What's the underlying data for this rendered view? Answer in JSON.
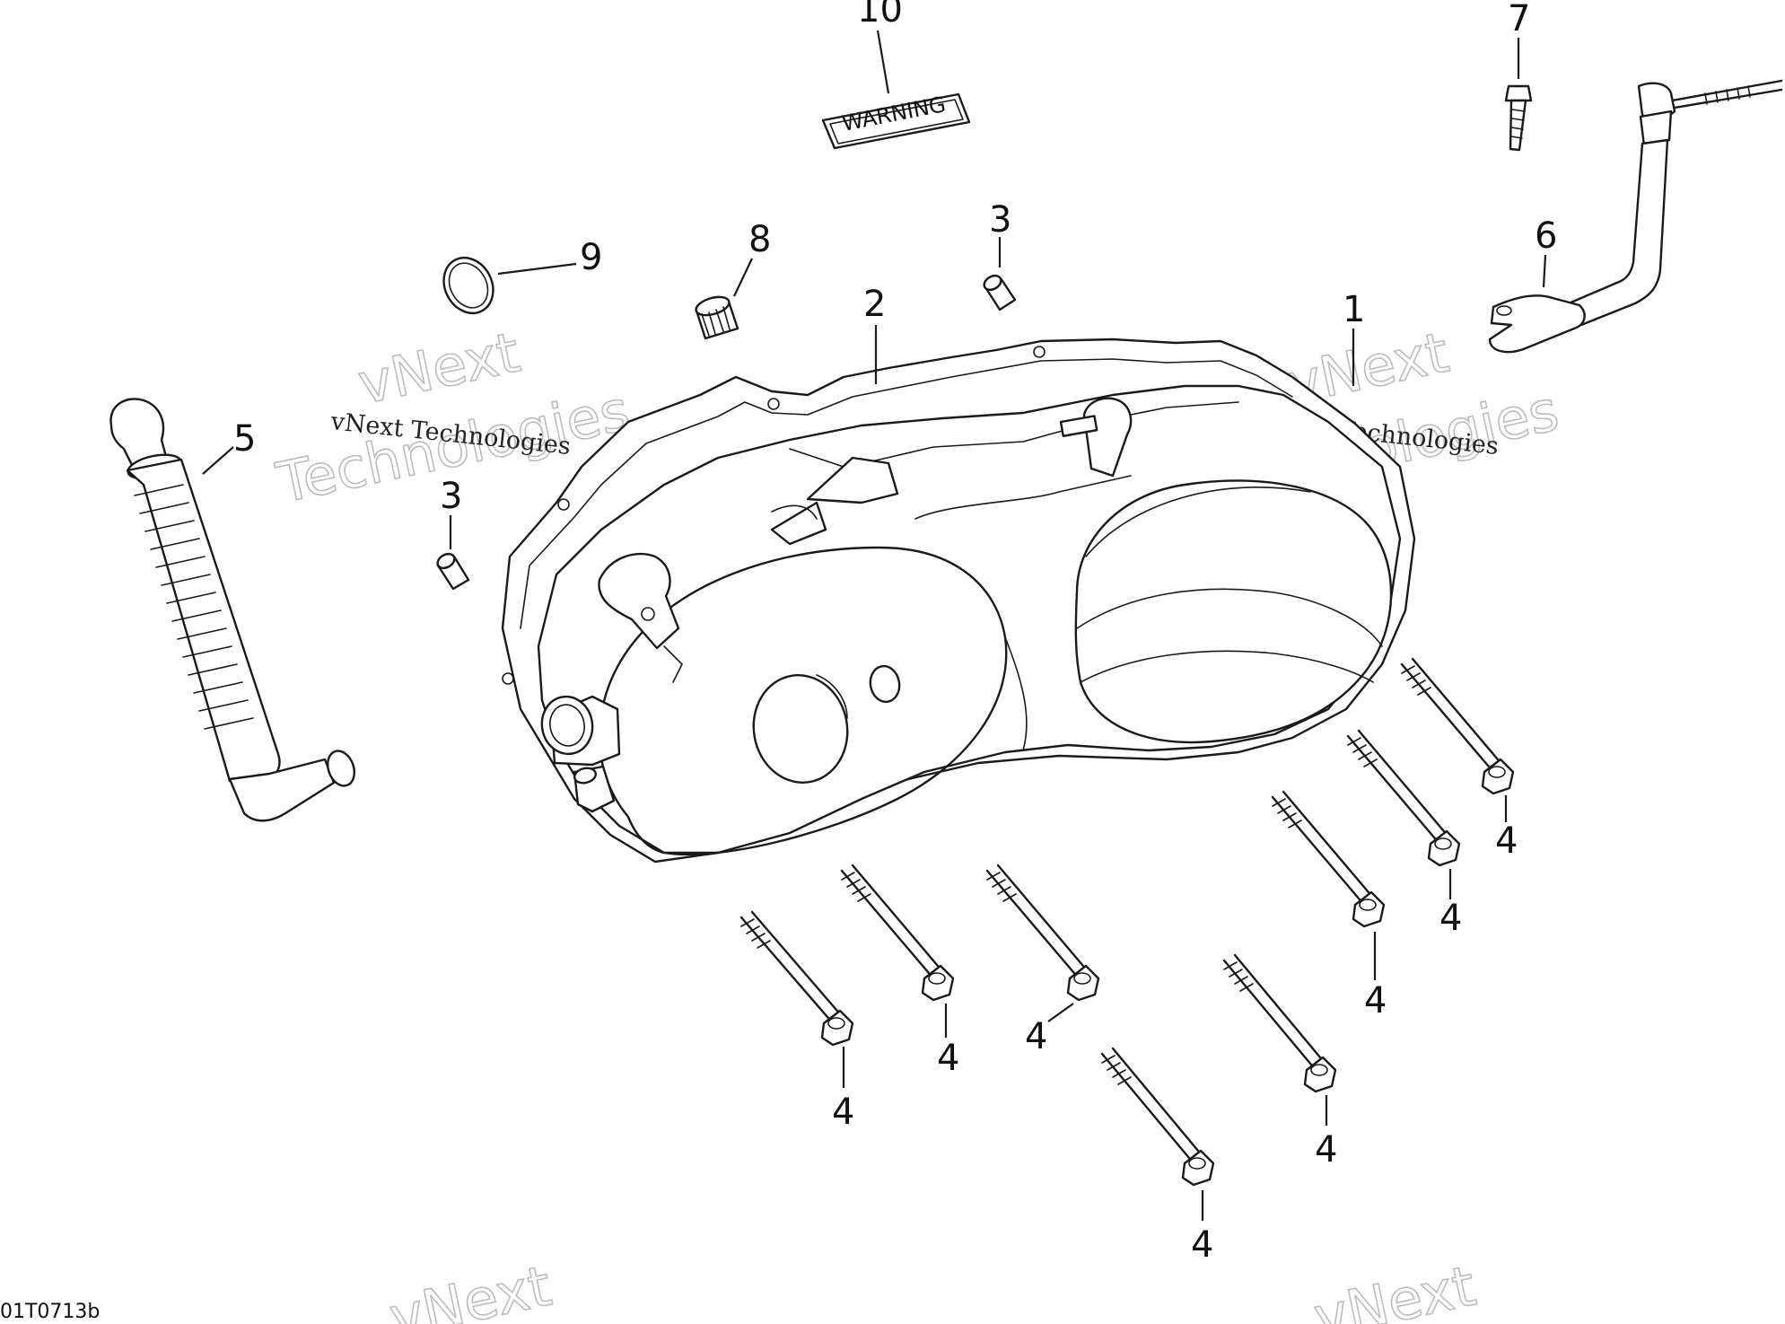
{
  "diagram": {
    "reference_code": "01T0713b",
    "warning_label_text": "WARNING",
    "watermark": {
      "line_small": "vNext Technologies",
      "line_big_1": "vNext",
      "line_big_2": "Technologies"
    },
    "callouts": {
      "c1": "1",
      "c2": "2",
      "c3a": "3",
      "c3b": "3",
      "c4": "4",
      "c5": "5",
      "c6": "6",
      "c7": "7",
      "c8": "8",
      "c9": "9",
      "c10": "10"
    }
  }
}
